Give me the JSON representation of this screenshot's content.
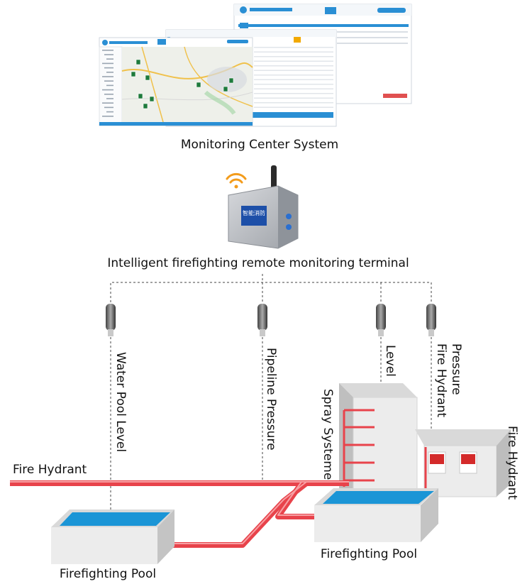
{
  "labels": {
    "monitoring_center": "Monitoring Center System",
    "terminal": "Intelligent firefighting remote monitoring terminal",
    "water_pool_level": "Water Pool Level",
    "pipeline_pressure": "Pipeline Pressure",
    "level": "Level",
    "pressure": "Pressure",
    "fire_hydrant_right": "Fire Hydrant",
    "spray_system": "Spray Systeme",
    "fire_hydrant_far": "Fire Hydrant",
    "fire_hydrant_left": "Fire Hydrant",
    "pool_left": "Firefighting Pool",
    "pool_right": "Firefighting Pool",
    "device_screen": "智能消防"
  },
  "colors": {
    "pipe": "#ef4a52",
    "water": "#1b95d6",
    "building": "#e3e3e3",
    "ui_blue": "#2a8fd4"
  }
}
